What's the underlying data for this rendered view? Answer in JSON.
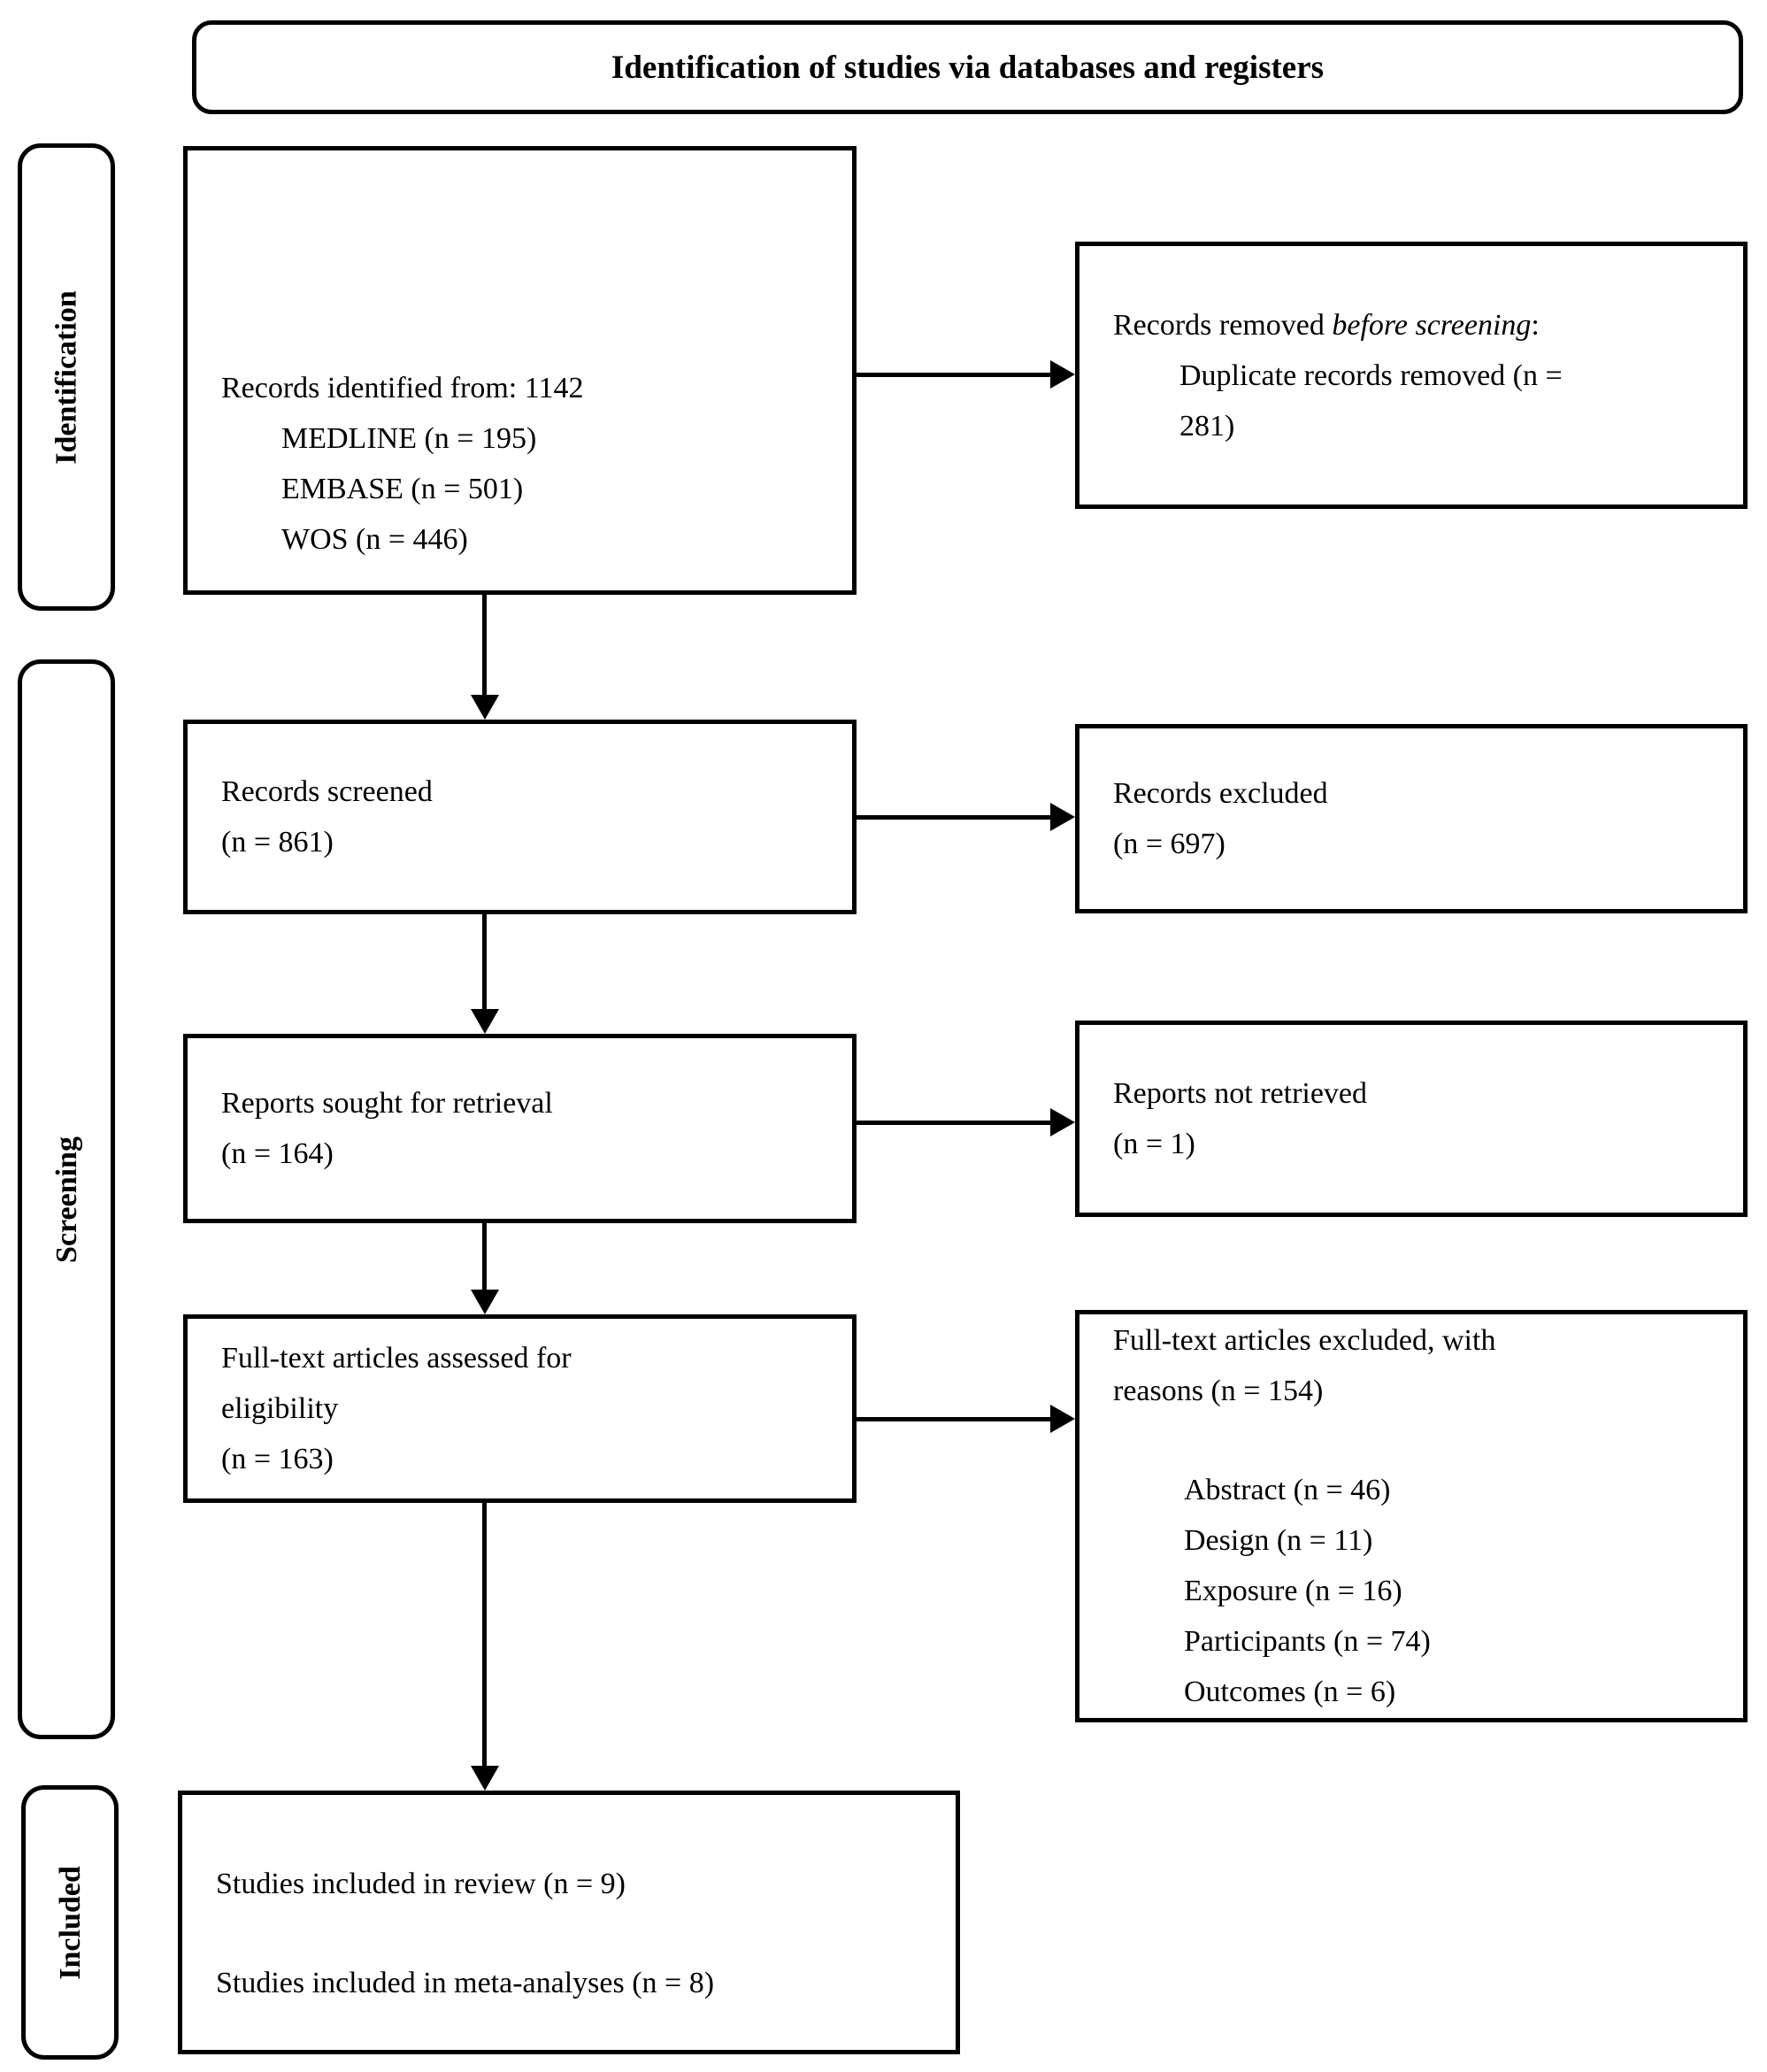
{
  "title": "Identification of studies via databases and registers",
  "stages": {
    "identification": "Identification",
    "screening": "Screening",
    "included": "Included"
  },
  "boxes": {
    "records_identified": {
      "intro": "Records identified from: 1142",
      "sources": [
        "MEDLINE (n = 195)",
        "EMBASE (n = 501)",
        "WOS (n = 446)"
      ]
    },
    "records_removed": {
      "prefix": "Records removed ",
      "emphasis": "before screening",
      "suffix": ":",
      "detail_lines": [
        "Duplicate records removed (n =",
        "281)"
      ]
    },
    "records_screened": {
      "lines": [
        "Records screened",
        "(n = 861)"
      ]
    },
    "records_excluded": {
      "lines": [
        "Records excluded",
        "(n = 697)"
      ]
    },
    "reports_sought": {
      "lines": [
        "Reports sought for retrieval",
        "(n = 164)"
      ]
    },
    "reports_not_retrieved": {
      "lines": [
        "Reports not retrieved",
        "(n = 1)"
      ]
    },
    "fulltext_assessed": {
      "lines": [
        "Full-text articles assessed for",
        "eligibility",
        "(n = 163)"
      ]
    },
    "fulltext_excluded": {
      "header_lines": [
        "Full-text articles excluded, with",
        "reasons (n = 154)"
      ],
      "reasons": [
        "Abstract (n = 46)",
        "Design (n = 11)",
        "Exposure (n = 16)",
        "Participants (n = 74)",
        "Outcomes (n = 6)"
      ]
    },
    "studies_included": {
      "lines": [
        "Studies included in review (n = 9)",
        "Studies included in meta-analyses (n = 8)"
      ]
    }
  },
  "colors": {
    "border": "#000000",
    "background": "#ffffff",
    "text": "#000000"
  }
}
